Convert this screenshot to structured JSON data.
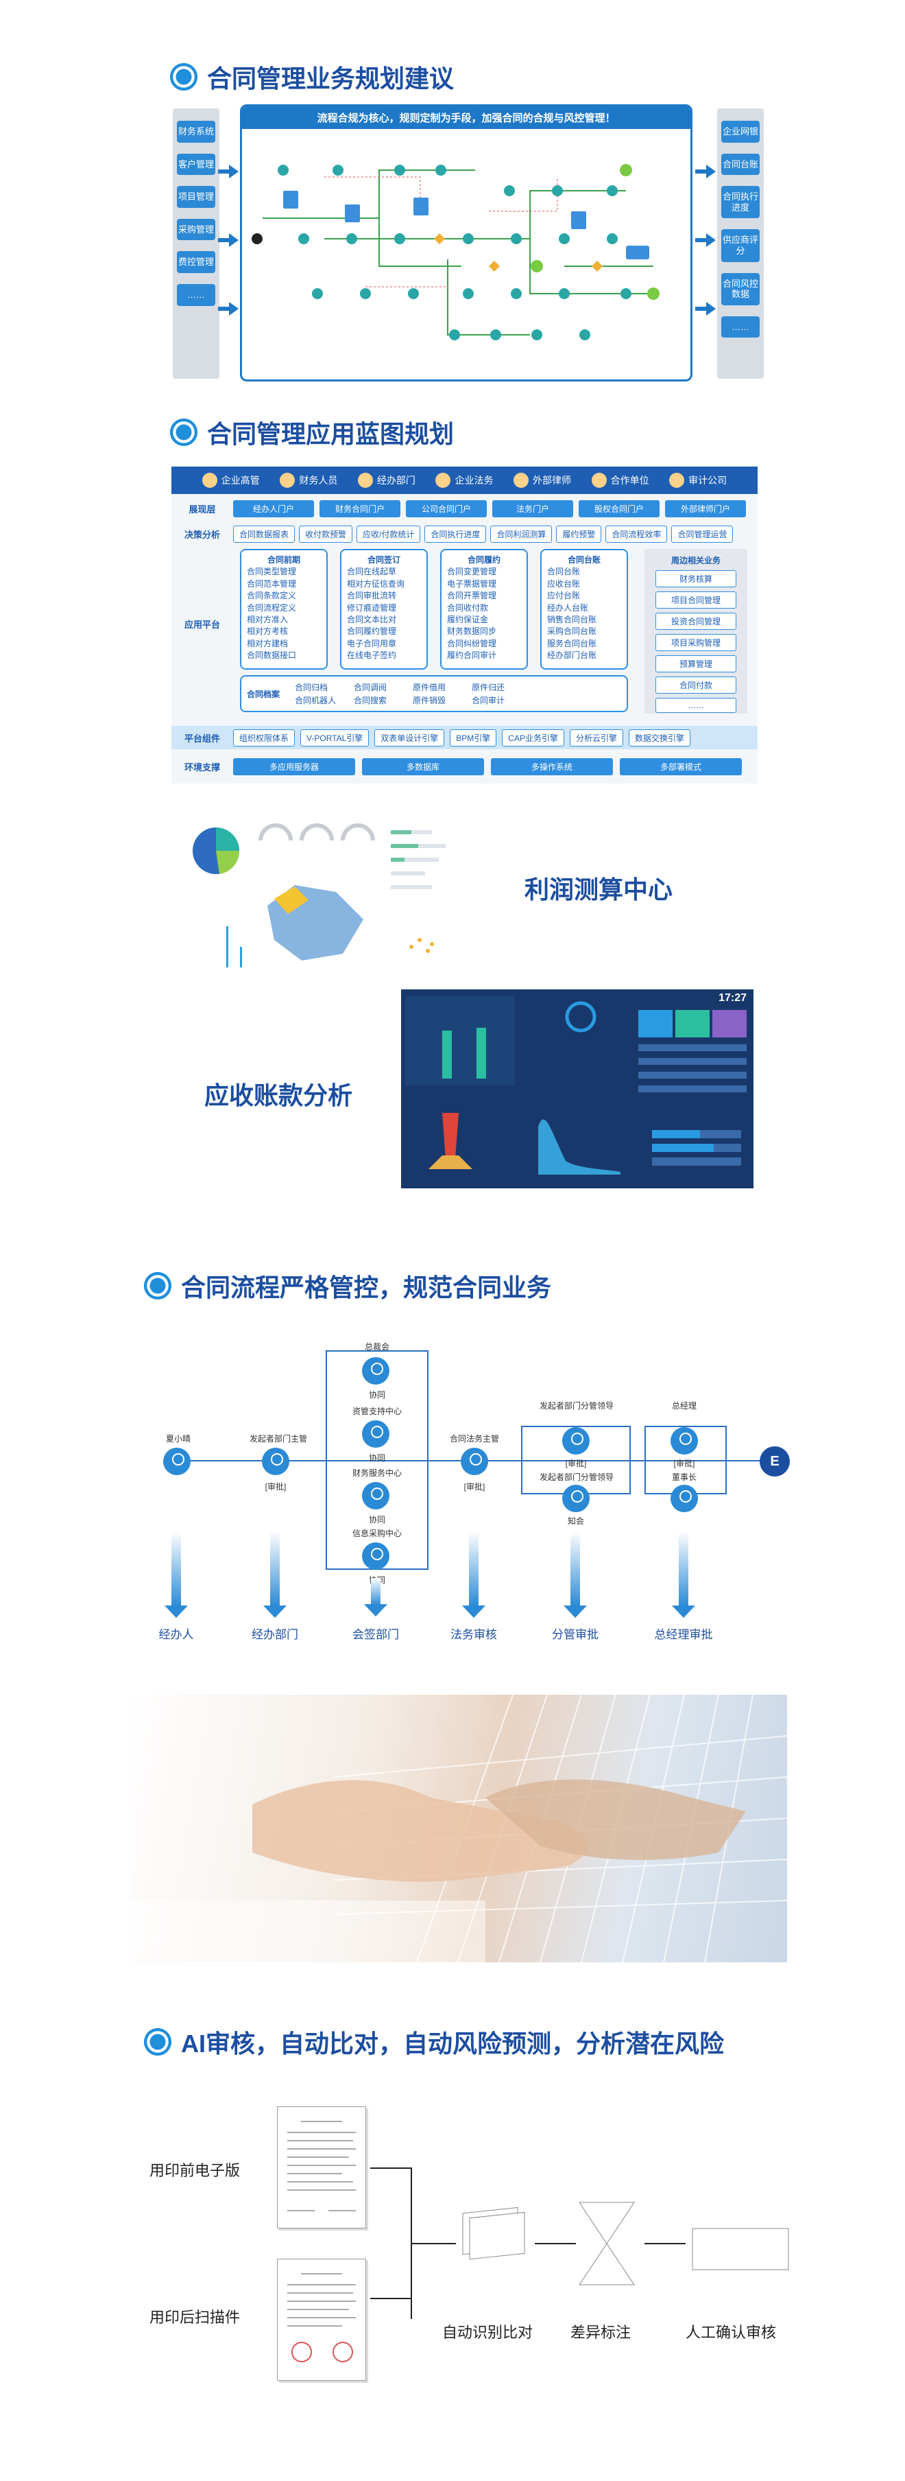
{
  "section1": {
    "title": "合同管理业务规划建议",
    "main_header": "流程合规为核心，规则定制为手段，加强合同的合规与风控管理！",
    "left_items": [
      "财务系统",
      "客户管理",
      "项目管理",
      "采购管理",
      "费控管理",
      "……"
    ],
    "right_items": [
      "企业网银",
      "合同台账",
      "合同执行进度",
      "供应商评分",
      "合同风控数据",
      "……"
    ]
  },
  "section2": {
    "title": "合同管理应用蓝图规划",
    "roles": [
      "企业高管",
      "财务人员",
      "经办部门",
      "企业法务",
      "外部律师",
      "合作单位",
      "审计公司"
    ],
    "row_show": {
      "label": "展现层",
      "items": [
        "经办人门户",
        "财务合同门户",
        "公司合同门户",
        "法务门户",
        "股权合同门户",
        "外部律师门户"
      ]
    },
    "row_decision": {
      "label": "决策分析",
      "items": [
        "合同数据报表",
        "收付款预警",
        "应收/付款统计",
        "合同执行进度",
        "合同利润测算",
        "履约预警",
        "合同流程效率",
        "合同管理运营"
      ]
    },
    "app_label": "应用平台",
    "modules": [
      {
        "title": "合同前期",
        "items": [
          "合同类型管理",
          "合同范本管理",
          "合同条款定义",
          "合同流程定义",
          "相对方准入",
          "相对方考核",
          "相对方建档",
          "合同数据接口"
        ]
      },
      {
        "title": "合同签订",
        "items": [
          "合同在线起草",
          "相对方征信查询",
          "合同审批流转",
          "修订痕迹管理",
          "合同文本比对",
          "合同履约管理",
          "电子合同用章",
          "在线电子签约"
        ]
      },
      {
        "title": "合同履约",
        "items": [
          "合同变更管理",
          "电子票据管理",
          "合同开票管理",
          "合同收付款",
          "履约保证金",
          "财务数据同步",
          "合同纠纷管理",
          "履约合同审计"
        ]
      },
      {
        "title": "合同台账",
        "items": [
          "合同台账",
          "应收台账",
          "应付台账",
          "经办人台账",
          "销售合同台账",
          "采购合同台账",
          "服务合同台账",
          "经办部门台账"
        ]
      }
    ],
    "archive": {
      "title": "合同档案",
      "items": [
        "合同归档",
        "合同调阅",
        "原件借用",
        "原件归还",
        "合同机器人",
        "合同搜索",
        "原件销毁",
        "合同审计"
      ]
    },
    "related": {
      "title": "周边相关业务",
      "items": [
        "财务核算",
        "项目合同管理",
        "投资合同管理",
        "项目采购管理",
        "预算管理",
        "合同付款",
        "……"
      ]
    },
    "row_platform": {
      "label": "平台组件",
      "items": [
        "组织权限体系",
        "V-PORTAL引擎",
        "双表单设计引擎",
        "BPM引擎",
        "CAP业务引擎",
        "分析云引擎",
        "数据交换引擎"
      ]
    },
    "row_env": {
      "label": "环境支撑",
      "items": [
        "多应用服务器",
        "多数据库",
        "多操作系统",
        "多部署模式"
      ]
    }
  },
  "section3": {
    "profit_label": "利润测算中心",
    "receivable_label": "应收账款分析",
    "dash_time": "17:27"
  },
  "section4": {
    "title": "合同流程严格管控，规范合同业务",
    "nodes": {
      "start": "夏小晴",
      "dept": "发起者部门主管",
      "audit": "总裁会",
      "support": "资管支持中心",
      "finance": "财务服务中心",
      "procure": "信息采购中心",
      "legal": "合同法务主管",
      "gm1": "发起者部门分管领导",
      "gm2": "发起者部门分管领导",
      "ceo": "总经理",
      "meeting": "董事长"
    },
    "tags": {
      "co": "协同",
      "approve": "[审批]",
      "sign": "知会",
      "end": "E"
    },
    "roles": [
      "经办人",
      "经办部门",
      "会签部门",
      "法务审核",
      "分管审批",
      "总经理审批"
    ]
  },
  "section6": {
    "title": "AI审核，自动比对，自动风险预测，分析潜在风险",
    "doc_before": "用印前电子版",
    "doc_after": "用印后扫描件",
    "step1": "自动识别比对",
    "step2": "差异标注",
    "step3": "人工确认审核"
  }
}
